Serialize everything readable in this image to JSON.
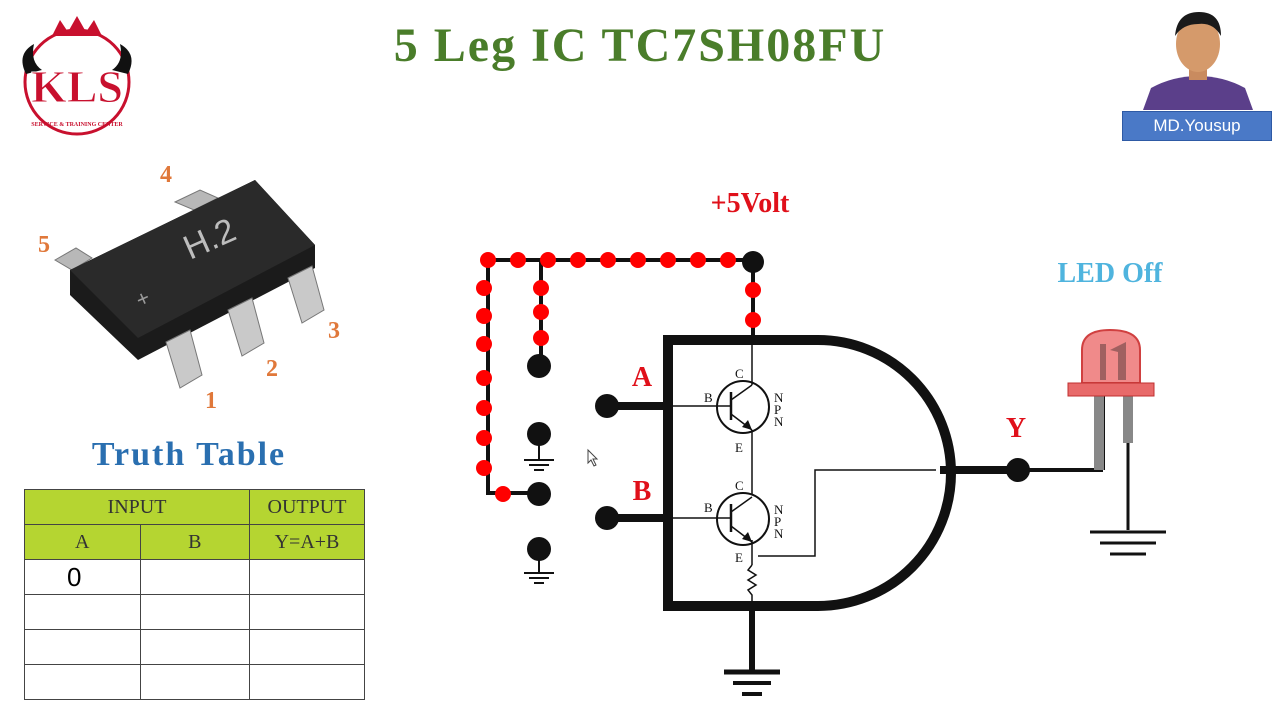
{
  "title": "5 Leg IC TC7SH08FU",
  "logo": {
    "text": "KLS",
    "subtitle": "SERVICE & TRAINING CENTER"
  },
  "author": {
    "name": "MD.Yousup"
  },
  "chip": {
    "marking": "H.2",
    "pins": [
      "1",
      "2",
      "3",
      "4",
      "5"
    ]
  },
  "truth_table": {
    "title": "Truth Table",
    "input_header": "INPUT",
    "output_header": "OUTPUT",
    "col_a": "A",
    "col_b": "B",
    "col_y": "Y=A+B",
    "rows": [
      [
        "0",
        "",
        ""
      ],
      [
        "",
        "",
        ""
      ],
      [
        "",
        "",
        ""
      ],
      [
        "",
        "",
        ""
      ]
    ]
  },
  "circuit": {
    "supply": "+5Volt",
    "input_a": "A",
    "input_b": "B",
    "output": "Y",
    "transistor_c": "C",
    "transistor_b": "B",
    "transistor_e": "E",
    "npn_n1": "N",
    "npn_p": "P",
    "npn_n2": "N",
    "led_status": "LED Off"
  },
  "colors": {
    "title": "#4a7d2a",
    "accent_red": "#e0101a",
    "table_header": "#b5d531",
    "led_label": "#4fb4de",
    "author_bg": "#4a79c7"
  }
}
